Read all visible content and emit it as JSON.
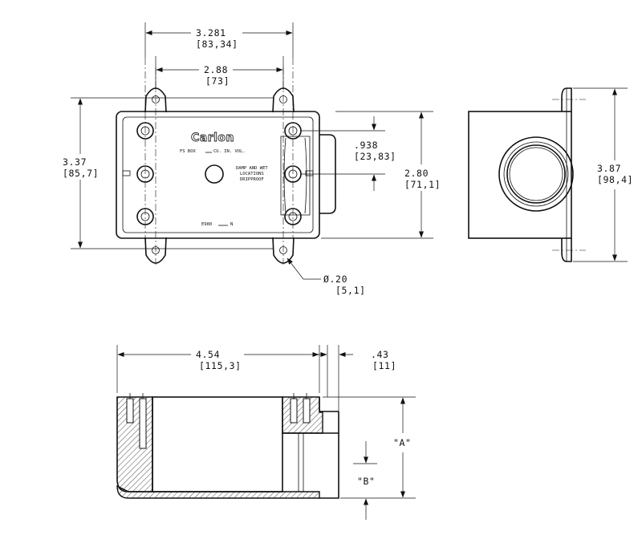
{
  "brand": "Carlon",
  "box_labels": {
    "fs_box": "FS BOX",
    "cu_in_vol": "CU. IN. VOL.",
    "damp_wet": "DAMP AND WET",
    "locations": "LOCATIONS",
    "dripproof": "DRIPPROOF",
    "model": "E980",
    "model_suffix": "N"
  },
  "dimensions": {
    "overall_ear_width": {
      "inch": "3.281",
      "mm": "[83,34]"
    },
    "ear_hole_spacing": {
      "inch": "2.88",
      "mm": "[73]"
    },
    "overall_height": {
      "inch": "3.37",
      "mm": "[85,7]"
    },
    "hub_offset": {
      "inch": ".938",
      "mm": "[23,83]"
    },
    "box_height": {
      "inch": "2.80",
      "mm": "[71,1]"
    },
    "hole_diameter": {
      "inch": "Ø.20",
      "mm": "[5,1]"
    },
    "end_view_height": {
      "inch": "3.87",
      "mm": "[98,4]"
    },
    "overall_length": {
      "inch": "4.54",
      "mm": "[115,3]"
    },
    "ear_thickness": {
      "inch": ".43",
      "mm": "[11]"
    },
    "depth_a": "\"A\"",
    "depth_b": "\"B\""
  }
}
